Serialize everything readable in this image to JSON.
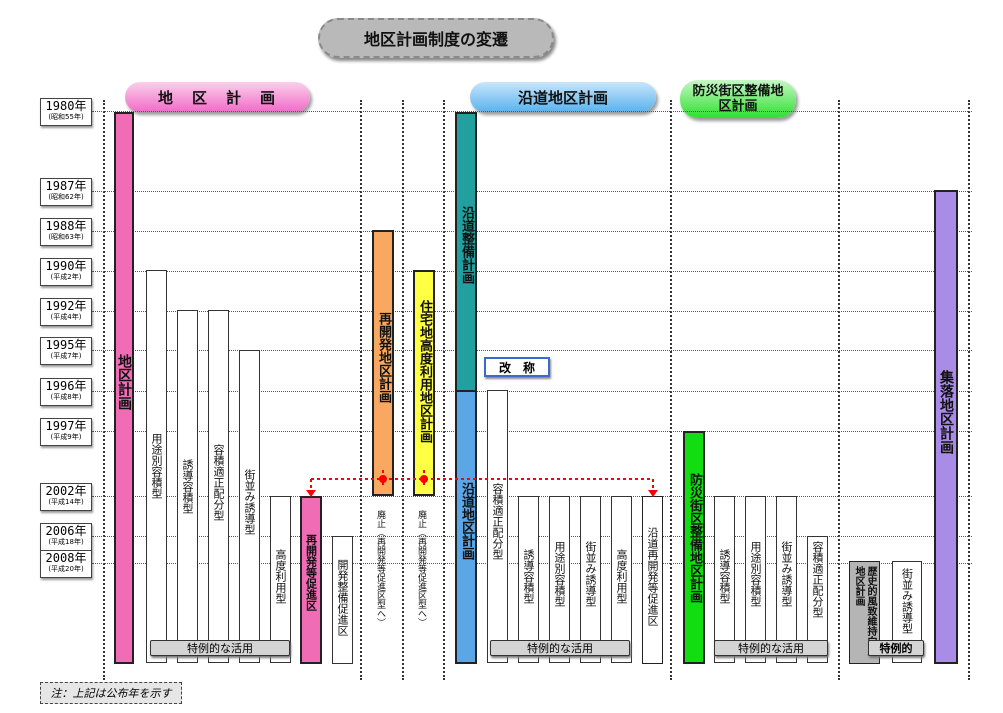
{
  "title": "地区計画制度の変遷",
  "headers": {
    "chiku": "地　区　計　画",
    "endo": "沿道地区計画",
    "bosai": "防災街区整備地区計画"
  },
  "years": [
    {
      "year": "1980年",
      "era": "(昭和55年)"
    },
    {
      "year": "1987年",
      "era": "(昭和62年)"
    },
    {
      "year": "1988年",
      "era": "(昭和63年)"
    },
    {
      "year": "1990年",
      "era": "(平成2年)"
    },
    {
      "year": "1992年",
      "era": "(平成4年)"
    },
    {
      "year": "1995年",
      "era": "(平成7年)"
    },
    {
      "year": "1996年",
      "era": "(平成8年)"
    },
    {
      "year": "1997年",
      "era": "(平成9年)"
    },
    {
      "year": "2002年",
      "era": "(平成14年)"
    },
    {
      "year": "2006年",
      "era": "(平成18年)"
    },
    {
      "year": "2008年",
      "era": "(平成20年)"
    }
  ],
  "bars": {
    "chiku_keikaku": "地区計画",
    "yoto_betsu": "用途別容積型",
    "yudo_yoseki": "誘導容積型",
    "yoseki_tekisei": "容積適正配分型",
    "gaisen_yudo": "街並み誘導型",
    "kodo_riyo": "高度利用型",
    "saikaihatsu_sokushin": "再開発等促進区",
    "kaihatsu_seibi": "開発整備促進区",
    "saikaihatsu_chiku": "再開発地区計画",
    "haishi_1": "廃止（再開発等促進区型へ）",
    "jutaku_chiku": "住宅地高度利用地区計画",
    "haishi_2": "廃止（再開発等促進区型へ）",
    "endo_seibi": "沿道整備計画",
    "endo_chiku": "沿道地区計画",
    "e_yoseki_tekisei": "容積適正配分型",
    "e_yudo_yoseki": "誘導容積型",
    "e_yoto_betsu": "用途別容積型",
    "e_gaisen_yudo": "街並み誘導型",
    "e_kodo_riyo": "高度利用型",
    "e_saikaihatsu": "沿道再開発等促進区",
    "bosai_chiku": "防災街区整備地区計画",
    "b_yudo_yoseki": "誘導容積型",
    "b_yoto_betsu": "用途別容積型",
    "b_gaisen_yudo": "街並み誘導型",
    "b_yoseki_tekisei": "容積適正配分型",
    "rekishi": "歴史的風致維持向上地区計画",
    "r_gaisen_yudo": "街並み誘導型",
    "shuraku": "集落地区計画"
  },
  "callout": "改　称",
  "groups": {
    "g1": "特例的な活用",
    "g2": "特例的な活用",
    "g3": "特例的な活用",
    "g4": "特例的"
  },
  "note": "注：上記は公布年を示す",
  "colors": {
    "pink": "#f06cb4",
    "orange": "#f8a860",
    "yellow": "#ffff44",
    "teal": "#22a0a0",
    "blue": "#5aa6e6",
    "green": "#11dd11",
    "purple": "#a98be8",
    "gray": "#b5b5b5",
    "arrow": "#ff0000"
  }
}
